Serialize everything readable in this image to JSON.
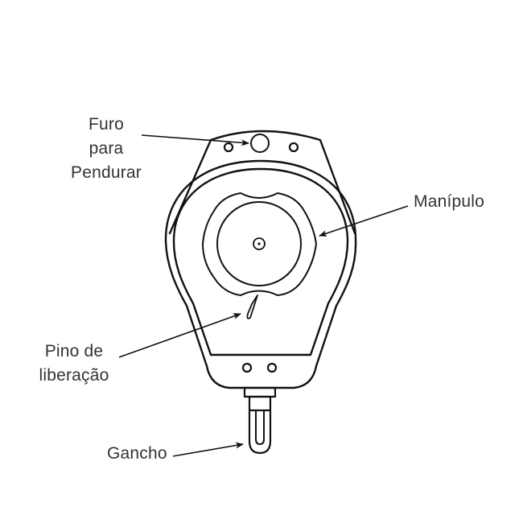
{
  "diagram": {
    "type": "labeled-part-diagram",
    "subject": "balancer / spring tool hanger",
    "stroke_color": "#111111",
    "text_color": "#333333",
    "background": "#ffffff"
  },
  "labels": {
    "hanging_hole": {
      "lines": [
        "Furo",
        "para",
        "Pendurar"
      ]
    },
    "knob": {
      "text": "Manípulo"
    },
    "release_pin": {
      "lines": [
        "Pino de",
        "liberação"
      ]
    },
    "hook": {
      "text": "Gancho"
    }
  }
}
